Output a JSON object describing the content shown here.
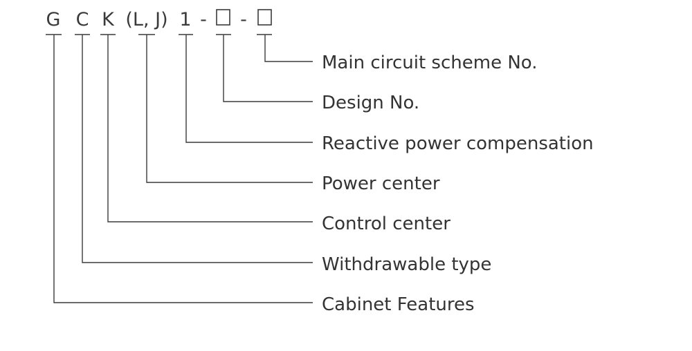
{
  "code": {
    "segments": [
      {
        "id": "g",
        "text": "G"
      },
      {
        "id": "c",
        "text": "C"
      },
      {
        "id": "k",
        "text": "K"
      },
      {
        "id": "lj",
        "text": "(L, J)"
      },
      {
        "id": "one",
        "text": "1"
      },
      {
        "id": "dash1",
        "text": "-"
      },
      {
        "id": "box1",
        "text": ""
      },
      {
        "id": "dash2",
        "text": "-"
      },
      {
        "id": "box2",
        "text": ""
      }
    ]
  },
  "descriptions": [
    {
      "id": "box2",
      "label": "Main circuit scheme No."
    },
    {
      "id": "box1",
      "label": "Design No."
    },
    {
      "id": "one",
      "label": "Reactive power compensation"
    },
    {
      "id": "lj",
      "label": "Power center"
    },
    {
      "id": "k",
      "label": "Control center"
    },
    {
      "id": "c",
      "label": "Withdrawable type"
    },
    {
      "id": "g",
      "label": "Cabinet Features"
    }
  ],
  "colors": {
    "ink": "#3a3a3a",
    "label": "#333333",
    "background": "#ffffff"
  }
}
